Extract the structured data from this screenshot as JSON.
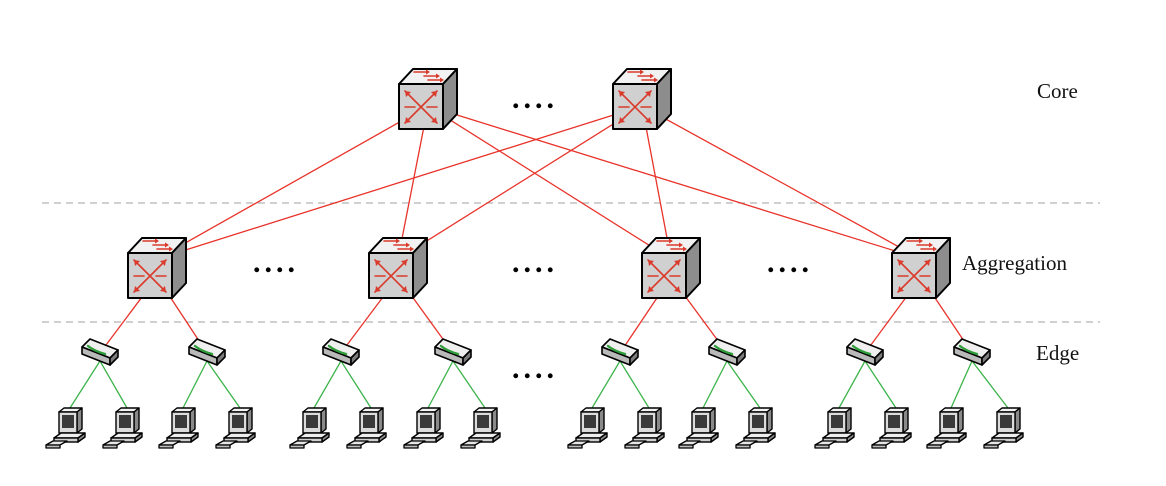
{
  "tiers": {
    "core": "Core",
    "aggregation": "Aggregation",
    "edge": "Edge"
  },
  "ellipsis": "....",
  "colors": {
    "uplink": "#e8332a",
    "host_link": "#3cb34a",
    "tier_divider": "#b5b5b5",
    "switch_face": "#d0d0d0",
    "arrow": "#d93a2b"
  },
  "icons": {
    "core_switch": "multilayer-switch-icon",
    "aggregation_switch": "multilayer-switch-icon",
    "edge_switch": "workgroup-switch-icon",
    "host": "workstation-icon"
  }
}
